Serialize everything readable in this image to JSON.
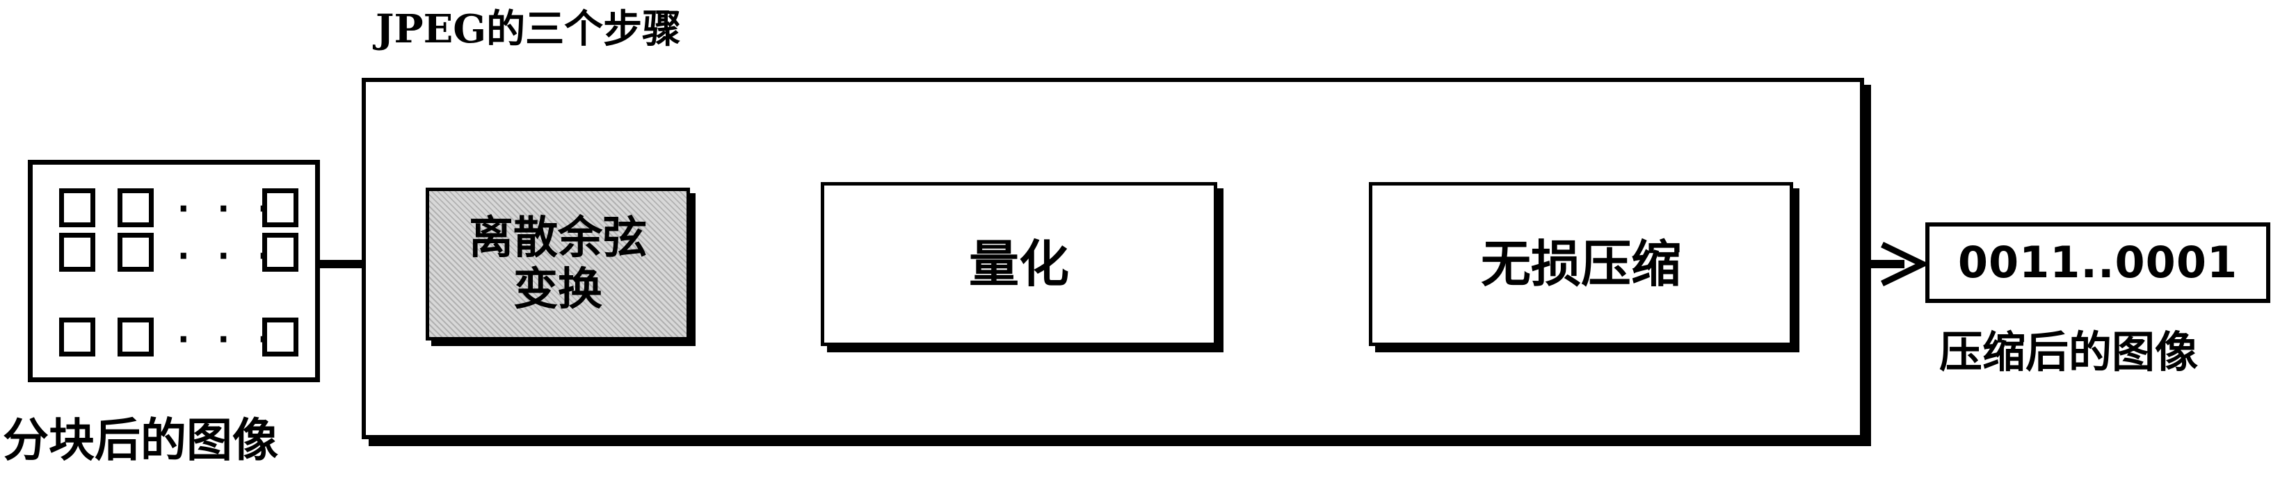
{
  "diagram": {
    "title": "JPEG的三个步骤",
    "input_label": "分块后的图像",
    "output_label": "压缩后的图像",
    "grid_dots": [
      "· · ·",
      "· · ·",
      "· · ·"
    ],
    "steps": [
      {
        "label_line1": "离散余弦",
        "label_line2": "变换"
      },
      {
        "label": "量化"
      },
      {
        "label": "无损压缩"
      }
    ],
    "output_code": "0011..0001"
  }
}
